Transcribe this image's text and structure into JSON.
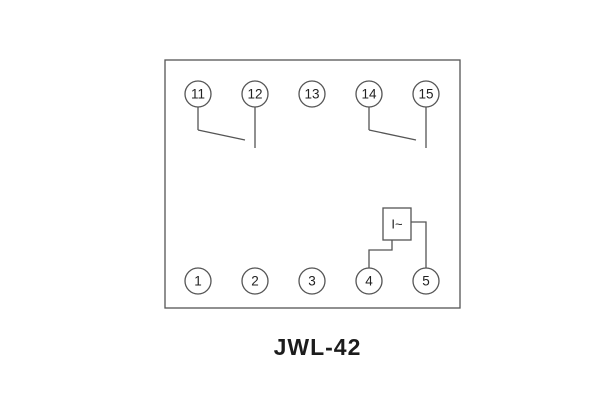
{
  "diagram": {
    "caption": "JWL-42",
    "coil_label": "I~",
    "top_terminals": [
      "11",
      "12",
      "13",
      "14",
      "15"
    ],
    "bottom_terminals": [
      "1",
      "2",
      "3",
      "4",
      "5"
    ],
    "contacts": [
      {
        "from": "11",
        "to": "12",
        "type": "normally-open-contact"
      },
      {
        "from": "14",
        "to": "15",
        "type": "normally-open-contact"
      }
    ],
    "coil": {
      "between": [
        "4",
        "5"
      ],
      "label": "I~",
      "meaning": "current coil"
    },
    "colors": {
      "line": "#555555",
      "text": "#222222",
      "background": "#ffffff"
    }
  }
}
